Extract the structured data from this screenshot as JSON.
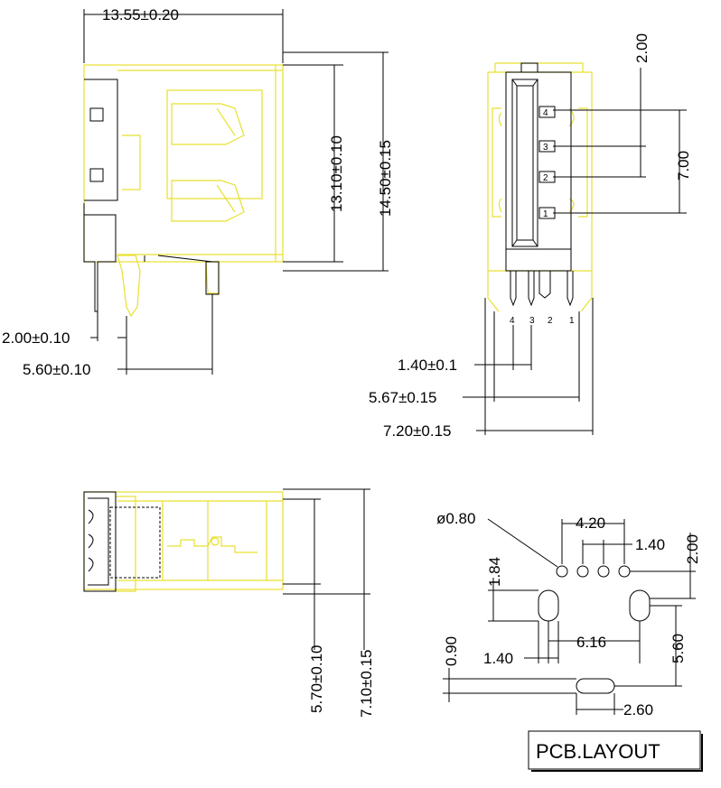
{
  "labels": {
    "width_13_55": "13.55±0.20",
    "height_13_10": "13.10±0.10",
    "height_14_50": "14.50±0.15",
    "pin_2_00": "2.00±0.10",
    "pin_5_60": "5.60±0.10",
    "top_2_00": "2.00",
    "right_7_00": "7.00",
    "pitch_1_40": "1.40±0.1",
    "span_5_67": "5.67±0.15",
    "span_7_20": "7.20±0.15",
    "side_5_70": "5.70±0.10",
    "side_7_10": "7.10±0.15",
    "hole_dia": "ø0.80",
    "pcb_4_20": "4.20",
    "pcb_1_40a": "1.40",
    "pcb_2_00": "2.00",
    "pcb_1_84": "1.84",
    "pcb_6_16": "6.16",
    "pcb_5_60": "5.60",
    "pcb_0_90": "0.90",
    "pcb_1_40b": "1.40",
    "pcb_2_60": "2.60"
  },
  "pins_face": [
    "4",
    "3",
    "2",
    "1"
  ],
  "pins_bottom": [
    "4",
    "3",
    "2",
    "1"
  ],
  "title_box": "PCB.LAYOUT",
  "colors": {
    "outline": "#e8e030",
    "dimension": "#000000"
  }
}
